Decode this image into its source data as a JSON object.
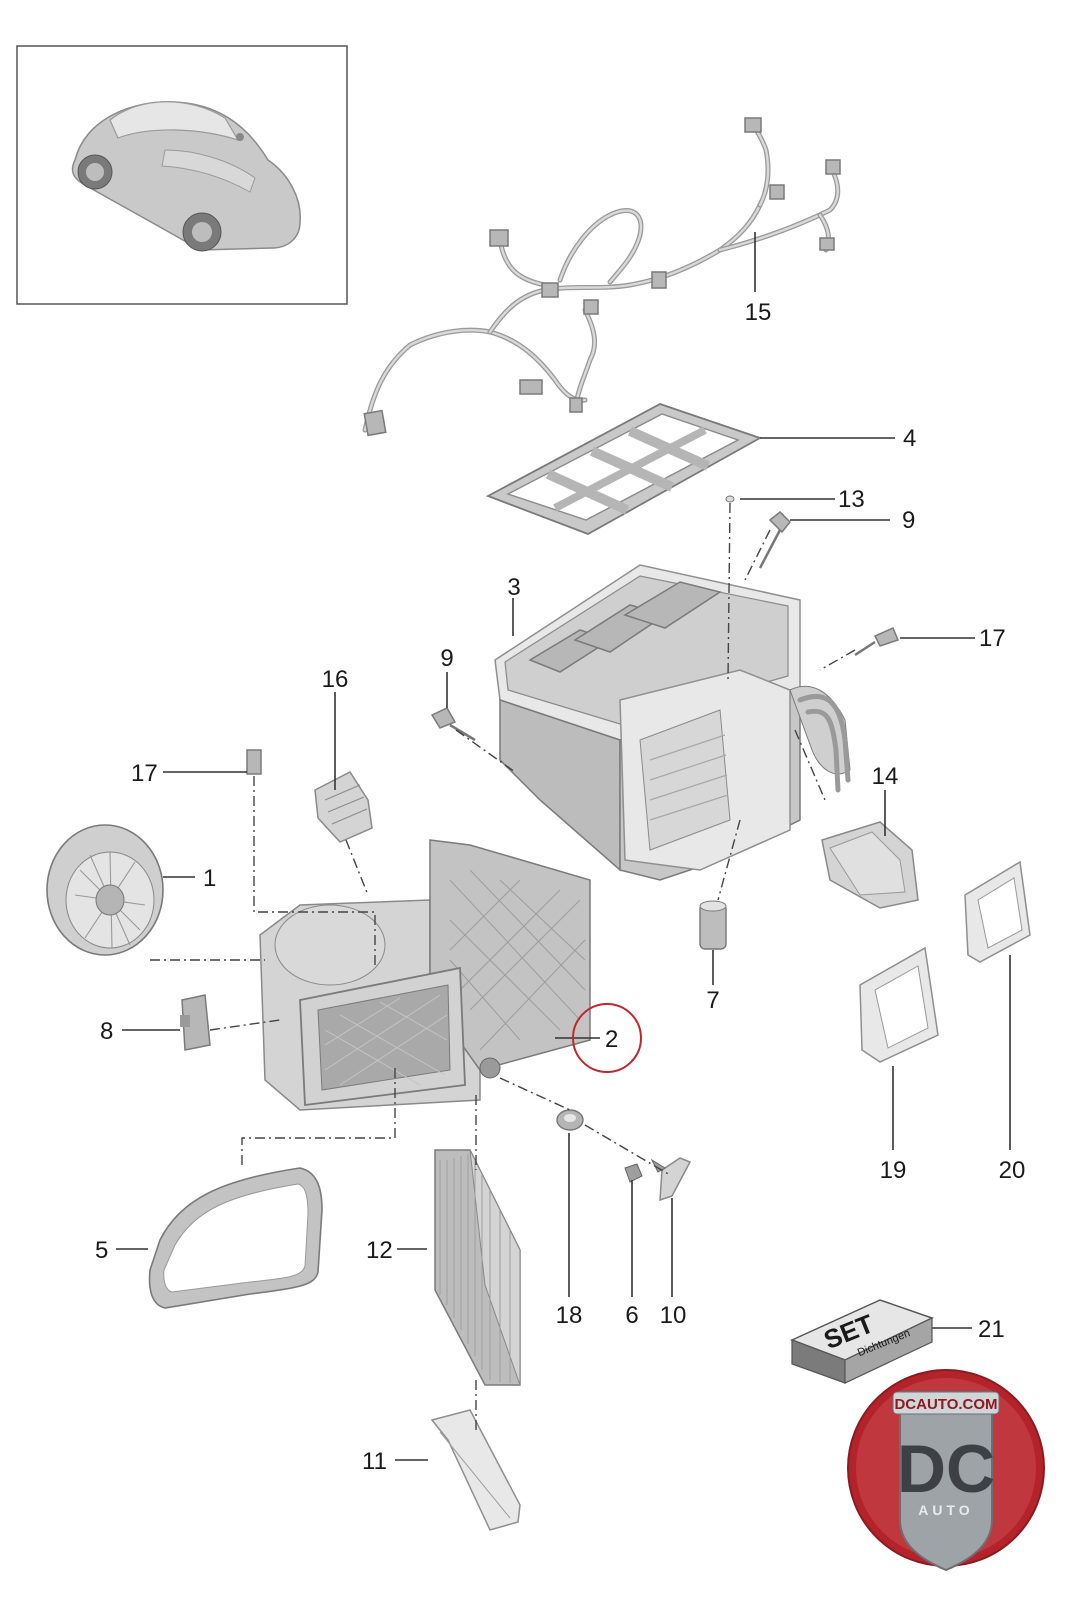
{
  "callouts": {
    "c1": "1",
    "c2": "2",
    "c3": "3",
    "c4": "4",
    "c5": "5",
    "c6": "6",
    "c7": "7",
    "c8": "8",
    "c9a": "9",
    "c9b": "9",
    "c10": "10",
    "c11": "11",
    "c12": "12",
    "c13": "13",
    "c14": "14",
    "c15": "15",
    "c16": "16",
    "c17a": "17",
    "c17b": "17",
    "c18": "18",
    "c19": "19",
    "c20": "20",
    "c21": "21"
  },
  "seal_kit": {
    "line1": "SET",
    "line2": "Dichtungen"
  },
  "logo": {
    "domain": "DCAUTO.COM",
    "initials": "DC",
    "word": "AUTO"
  },
  "colors": {
    "highlight_circle": "#c0282d",
    "logo_red": "#b5232a",
    "logo_silver": "#9ea3a8"
  }
}
